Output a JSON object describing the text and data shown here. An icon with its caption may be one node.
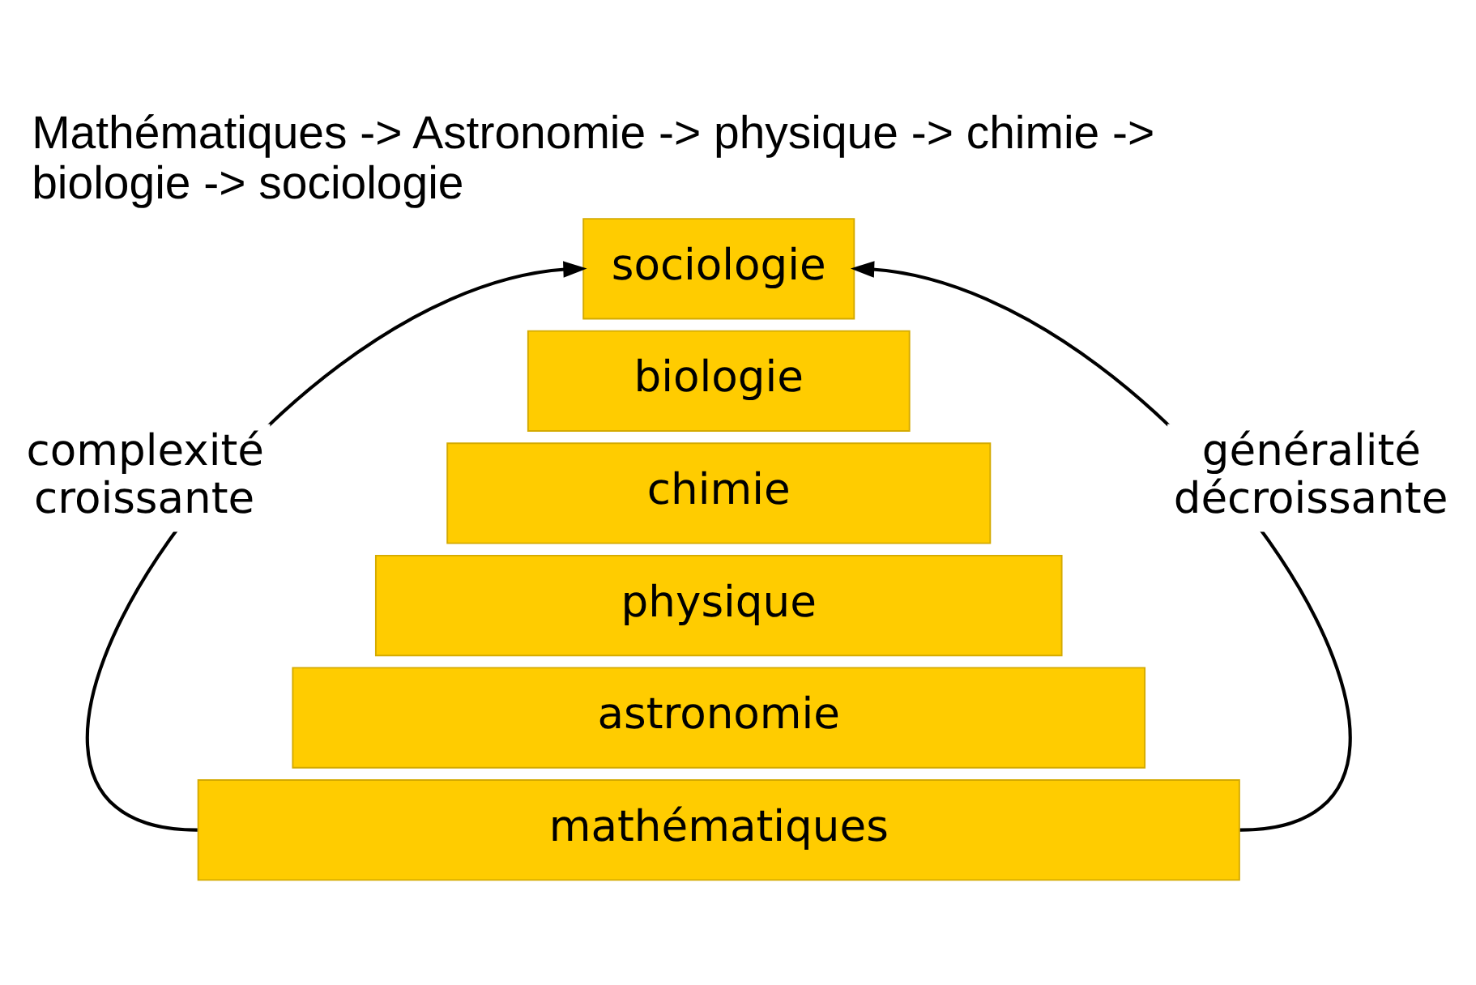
{
  "diagram": {
    "title": "Mathématiques -> Astronomie -> physique -> chimie -> biologie -> sociologie",
    "nodes": [
      {
        "text": [
          "sociologie"
        ]
      },
      {
        "text": [
          "biologie"
        ]
      },
      {
        "text": [
          "chimie"
        ]
      },
      {
        "text": [
          "physique"
        ]
      },
      {
        "text": [
          "astronomie"
        ]
      },
      {
        "text": [
          "mathématiques"
        ]
      }
    ],
    "edges": [
      {
        "from": 5,
        "to": 0,
        "arrow": "to",
        "label": "complexité croissante"
      },
      {
        "from": 5,
        "to": 0,
        "arrow": "to",
        "label": "généralité décroissante"
      }
    ]
  }
}
